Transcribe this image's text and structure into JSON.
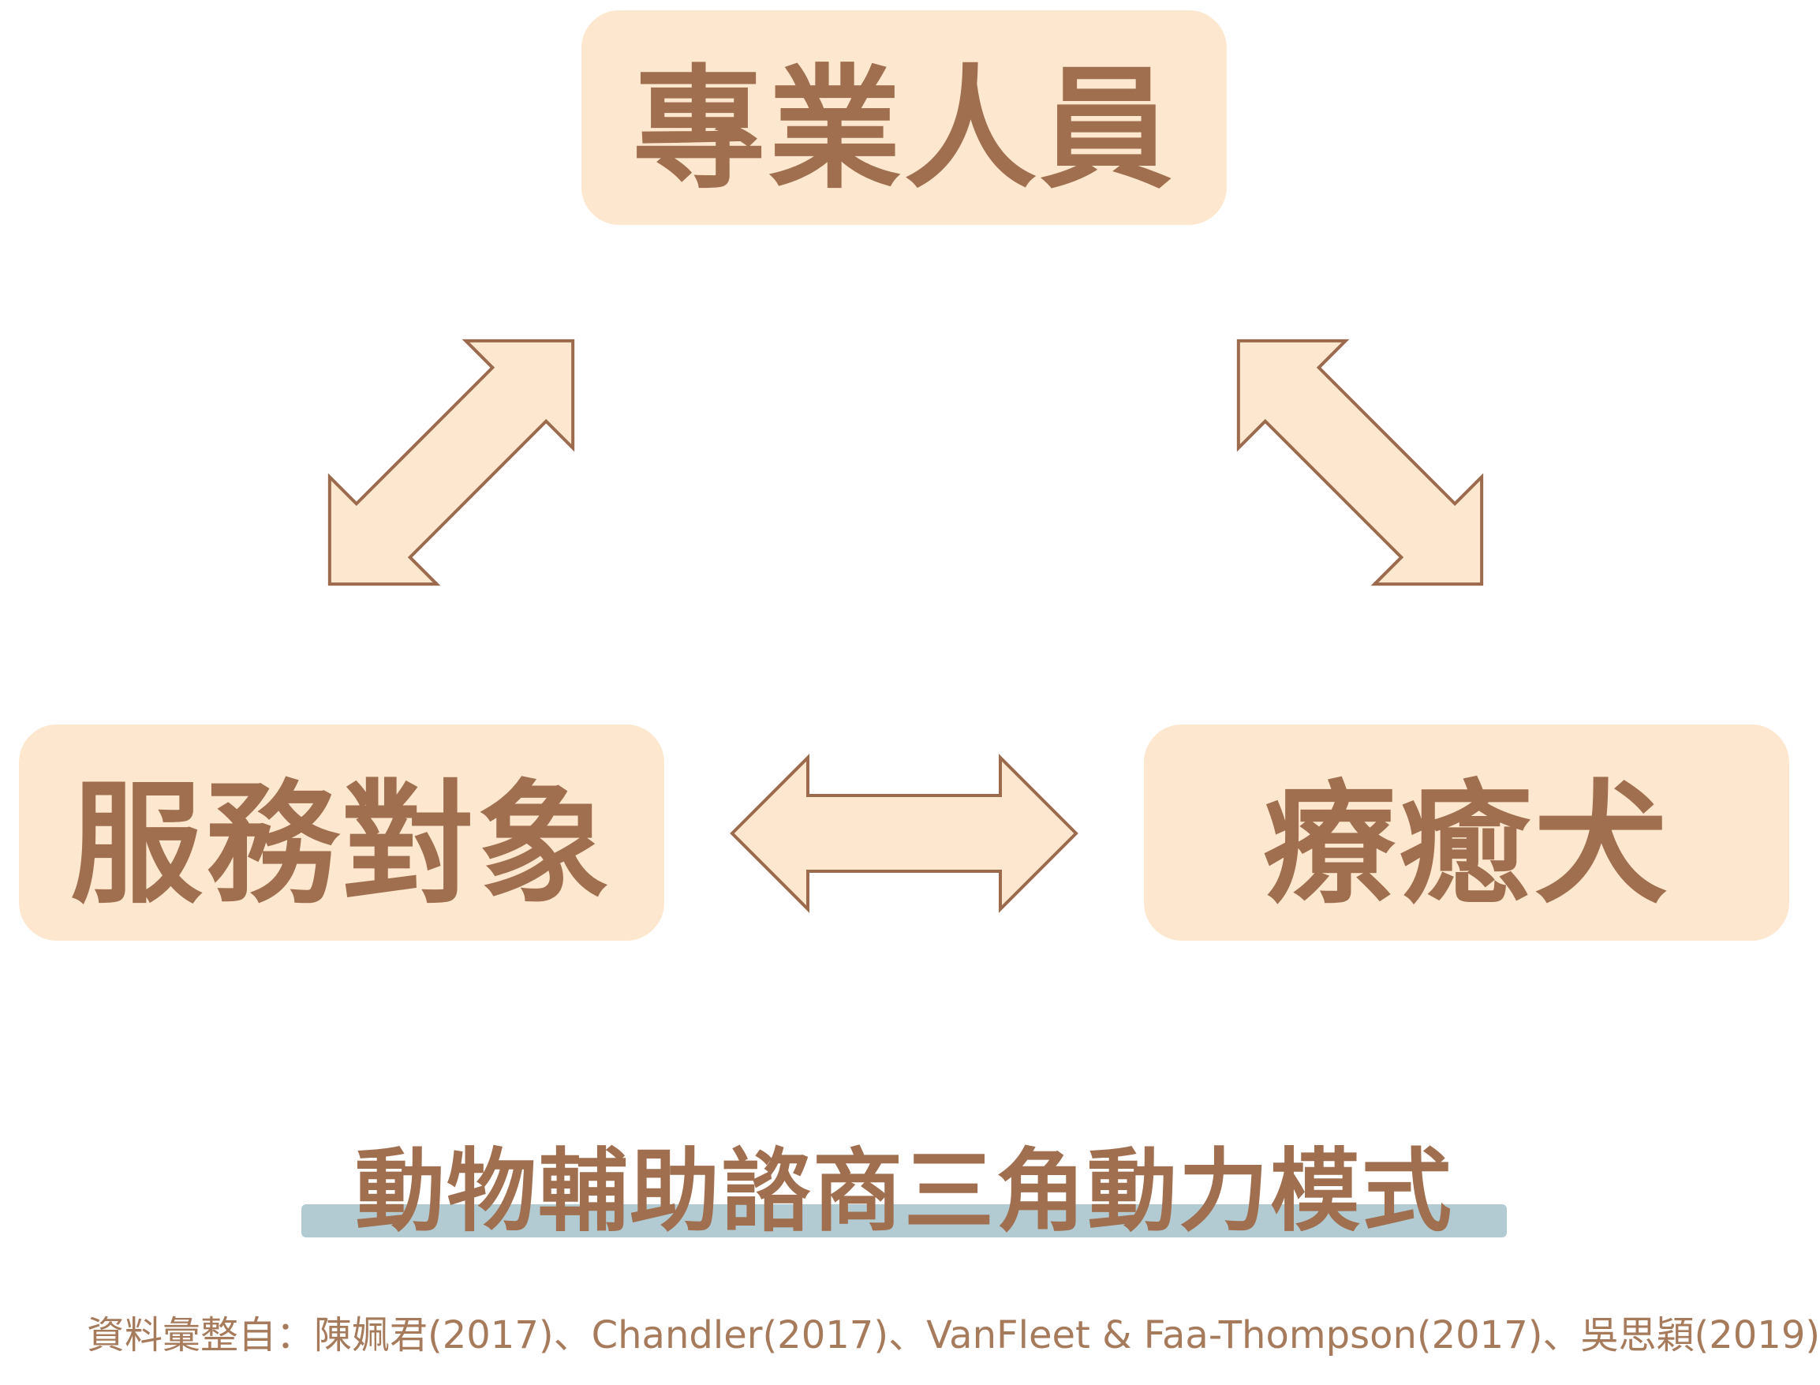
{
  "nodes": {
    "top": "專業人員",
    "left": "服務對象",
    "right": "療癒犬"
  },
  "title": "動物輔助諮商三角動力模式",
  "source": "資料彙整自：陳姵君(2017)、Chandler(2017)、VanFleet & Faa-Thompson(2017)、吳思穎(2019)",
  "colors": {
    "node_fill": "#fde8cf",
    "node_text": "#a06f4f",
    "arrow_stroke": "#9c6a4c",
    "title_bar": "#b2cbd3"
  },
  "edges": [
    {
      "from": "left",
      "to": "top",
      "direction": "bidirectional"
    },
    {
      "from": "top",
      "to": "right",
      "direction": "bidirectional"
    },
    {
      "from": "left",
      "to": "right",
      "direction": "bidirectional"
    }
  ]
}
